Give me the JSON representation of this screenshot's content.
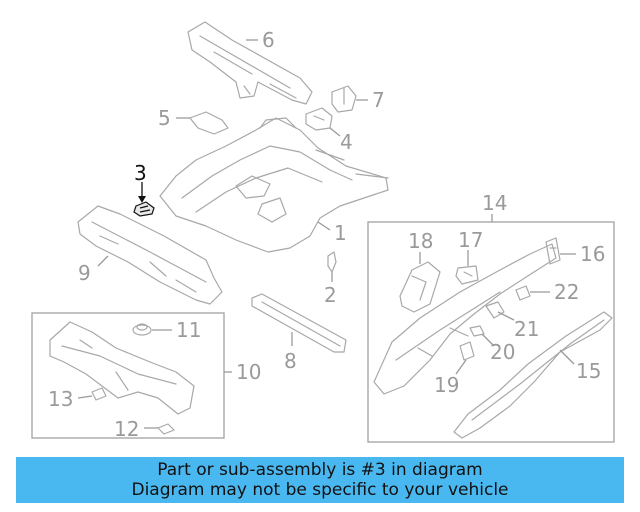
{
  "callouts": {
    "c1": "1",
    "c2": "2",
    "c3": "3",
    "c4": "4",
    "c5": "5",
    "c6": "6",
    "c7": "7",
    "c8": "8",
    "c9": "9",
    "c10": "10",
    "c11": "11",
    "c12": "12",
    "c13": "13",
    "c14": "14",
    "c15": "15",
    "c16": "16",
    "c17": "17",
    "c18": "18",
    "c19": "19",
    "c20": "20",
    "c21": "21",
    "c22": "22"
  },
  "highlighted_part": "3",
  "colors": {
    "banner": "#4ab8f0",
    "highlight": "#111111",
    "lines": "#a8a8a8"
  },
  "banner": {
    "line1": "Part or sub-assembly is #3 in diagram",
    "line2": "Diagram may not be specific to your vehicle"
  }
}
